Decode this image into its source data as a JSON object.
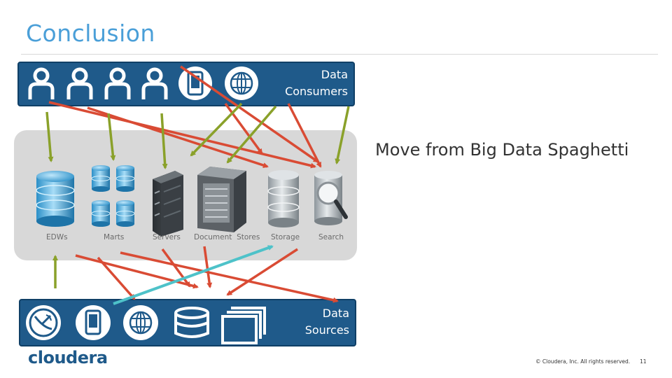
{
  "slide": {
    "title": "Conclusion",
    "headline": "Move from Big Data Spaghetti",
    "logo": "cloudera",
    "copyright": "© Cloudera, Inc. All rights reserved.",
    "page_number": "11"
  },
  "consumers": {
    "label_line1": "Data",
    "label_line2": "Consumers",
    "icons": [
      "user-icon",
      "user-icon",
      "user-icon",
      "user-icon",
      "mobile-icon",
      "globe-icon"
    ]
  },
  "sources": {
    "label_line1": "Data",
    "label_line2": "Sources",
    "icons": [
      "satellite-dish-icon",
      "mobile-icon",
      "globe-icon",
      "database-icon",
      "documents-icon"
    ]
  },
  "stores": {
    "labels": [
      "EDWs",
      "Marts",
      "Servers",
      "Document  Stores",
      "Storage",
      "Search"
    ]
  },
  "colors": {
    "band": "#1f5a8a",
    "arrow_red": "#d94b34",
    "arrow_green": "#8aa12a",
    "arrow_cyan": "#4ec2c9",
    "title_blue": "#4a9fd8"
  }
}
